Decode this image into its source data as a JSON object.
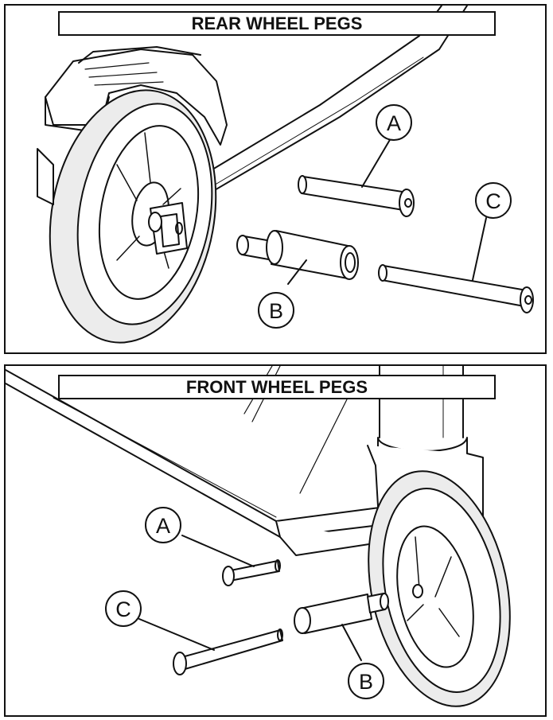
{
  "rear_panel": {
    "title": "REAR WHEEL PEGS",
    "callouts": {
      "a": "A",
      "b": "B",
      "c": "C"
    }
  },
  "front_panel": {
    "title": "FRONT WHEEL PEGS",
    "callouts": {
      "a": "A",
      "b": "B",
      "c": "C"
    }
  },
  "colors": {
    "line": "#111111",
    "shade": "#e4e4e4",
    "background": "#ffffff"
  }
}
